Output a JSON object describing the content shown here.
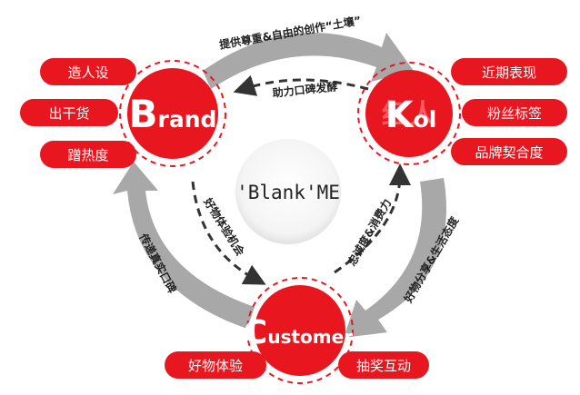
{
  "nodes": {
    "brand": {
      "initial": "B",
      "rest": "rand"
    },
    "kol": {
      "initial": "K",
      "rest": "ol",
      "watermark": "红人"
    },
    "customer": {
      "initial": "C",
      "rest": "ustomer"
    }
  },
  "center": {
    "text": "'Blank'ME"
  },
  "brand_tags": [
    "造人设",
    "出干货",
    "蹭热度"
  ],
  "kol_tags": [
    "近期表现",
    "粉丝标签",
    "品牌契合度"
  ],
  "customer_tags": [
    "好物体验",
    "抽奖互动"
  ],
  "flows": {
    "brand_to_kol": "提供尊重&自由的创作“土壤”",
    "kol_to_brand": "助力口碑发酵",
    "kol_to_customer": "好物分享&生活态度",
    "customer_to_kol": "忠诚度&消费力",
    "customer_to_brand": "传递真实口碑",
    "brand_to_customer": "好物体验机会"
  },
  "colors": {
    "red": "#e8171f",
    "arrow_gray": "#a8a8a8",
    "dashed": "#333333"
  }
}
